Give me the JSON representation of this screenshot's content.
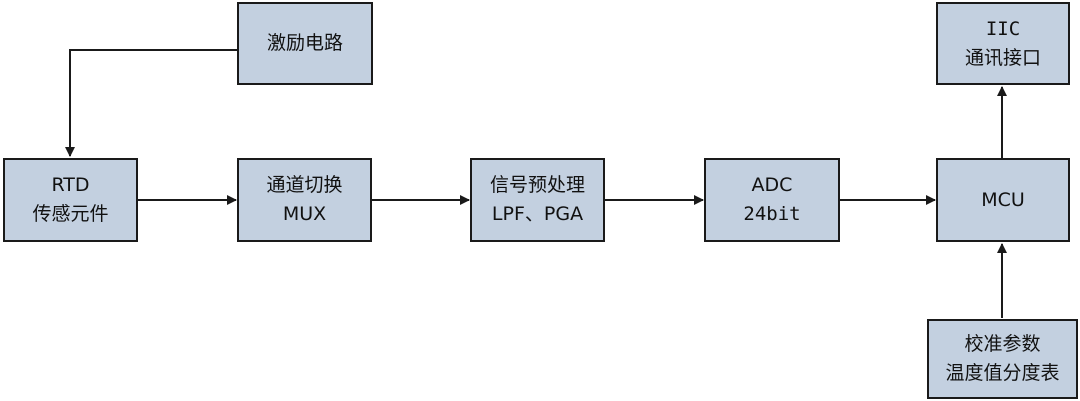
{
  "blocks": {
    "excitation": {
      "line1": "激励电路"
    },
    "rtd": {
      "line1": "RTD",
      "line2": "传感元件"
    },
    "mux": {
      "line1": "通道切换",
      "line2": "MUX"
    },
    "preprocess": {
      "line1": "信号预处理",
      "line2": "LPF、PGA"
    },
    "adc": {
      "line1": "ADC",
      "line2": "24bit"
    },
    "mcu": {
      "line1": "MCU"
    },
    "iic": {
      "line1": "IIC",
      "line2": "通讯接口"
    },
    "calibration": {
      "line1": "校准参数",
      "line2": "温度值分度表"
    }
  },
  "colors": {
    "box_fill": "#c3d0e0",
    "stroke": "#1a1a1a"
  }
}
